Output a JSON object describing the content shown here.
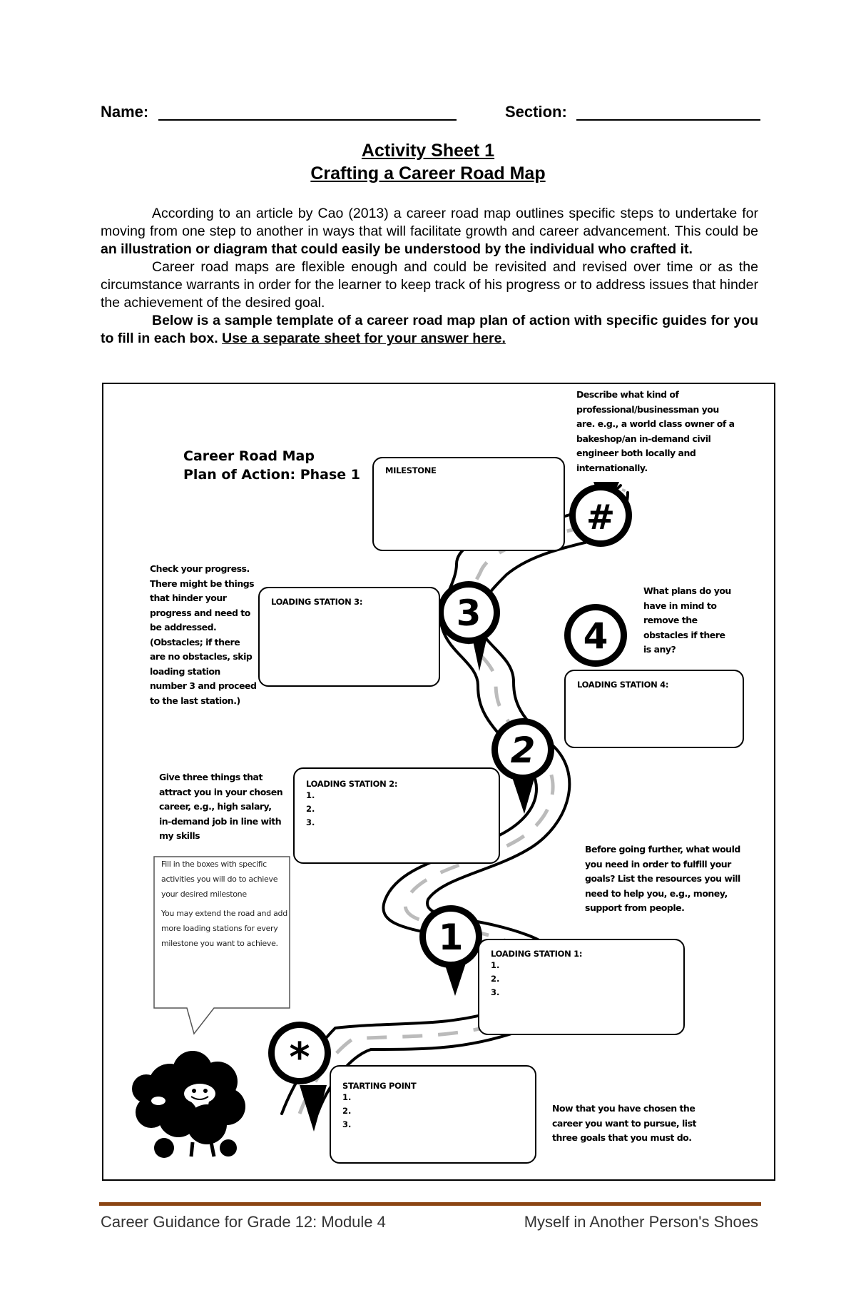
{
  "header": {
    "name_label": "Name:",
    "section_label": "Section:"
  },
  "titles": {
    "activity": "Activity Sheet 1",
    "subtitle": "Crafting a Career Road Map"
  },
  "intro": {
    "p1_start": "According to an article by Cao (2013) a career road map outlines specific steps to undertake for moving from one step to another in ways that will facilitate growth and career advancement. This could be ",
    "p1_bold": "an illustration or diagram that could easily be understood by the individual who crafted it.",
    "p2": "Career road maps are flexible enough and could be revisited and revised over time or as the circumstance warrants in order for the learner to keep track of his progress or to address issues that hinder the achievement of the desired goal.",
    "p3_bold": "Below is a sample template of a career road map plan of action with specific guides for you to fill in each box. ",
    "p3_underline": "Use a separate sheet for your answer here."
  },
  "map": {
    "title_line1": "Career Road Map",
    "title_line2": "Plan of Action: Phase 1",
    "markers": {
      "milestone": "#",
      "station3": "3",
      "station4": "4",
      "station2": "2",
      "station1": "1",
      "start": "*"
    },
    "boxes": {
      "milestone": {
        "title": "MILESTONE"
      },
      "station3": {
        "title": "LOADING STATION 3:"
      },
      "station4": {
        "title": "LOADING STATION 4:"
      },
      "station2": {
        "title": "LOADING STATION 2:",
        "items": [
          "1.",
          "2.",
          "3."
        ]
      },
      "station1": {
        "title": "LOADING STATION 1:",
        "items": [
          "1.",
          "2.",
          "3."
        ]
      },
      "start": {
        "title": "STARTING POINT",
        "items": [
          "1.",
          "2.",
          "3."
        ]
      }
    },
    "notes": {
      "milestone_note": "Describe what kind of professional/businessman you are. e.g., a world class owner of a bakeshop/an in-demand civil engineer both locally and internationally.",
      "check_progress": "Check your progress. There might be things that hinder your progress and need to be addressed. (Obstacles; if there are no obstacles, skip loading station number 3 and proceed to the last station.)",
      "plans": "What plans do you have in mind to remove the obstacles if there is any?",
      "three_things": "Give three things that attract you in your chosen career, e.g., high salary, in-demand job in line with my skills",
      "before_going": "Before going further, what would you need in order to fulfill your goals? List the resources you will need to help you, e.g., money, support from people.",
      "goals": "Now that you have chosen the career you want to pursue, list three goals that you must do."
    },
    "callout": {
      "p1": "Fill in the boxes with specific activities you will do to achieve your desired milestone",
      "p2": "You may extend the road and add more loading stations for every milestone you want to achieve."
    },
    "colors": {
      "footer_rule": "#8b4513"
    }
  },
  "footer": {
    "left": "Career Guidance for Grade 12: Module 4",
    "right": "Myself in Another Person's Shoes"
  }
}
